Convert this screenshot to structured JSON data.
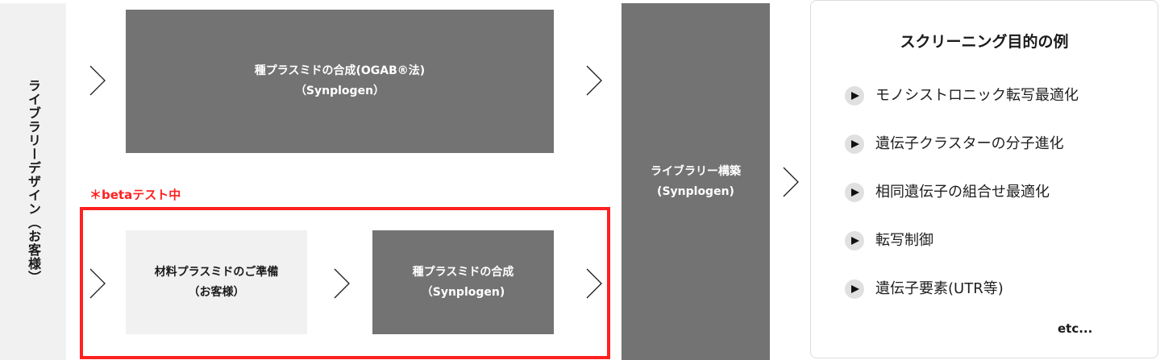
{
  "sidebar": {
    "label": "ライブラリーデザイン（お客様）"
  },
  "flow": {
    "top_path": {
      "seed_plasmid_ogab": {
        "line1": "種プラスミドの合成(OGAB®法)",
        "line2": "（Synplogen）"
      }
    },
    "beta_path": {
      "label": "＊betaテスト中",
      "material_plasmid": {
        "line1": "材料プラスミドのご準備",
        "line2": "（お客様）"
      },
      "seed_plasmid": {
        "line1": "種プラスミドの合成",
        "line2": "（Synplogen)"
      }
    },
    "library_build": {
      "line1": "ライブラリー構築",
      "line2": "(Synplogen)"
    }
  },
  "screening_card": {
    "title": "スクリーニング目的の例",
    "items": [
      {
        "text": "モノシストロニック転写最適化",
        "icon": "play-bullet-icon"
      },
      {
        "text": "遺伝子クラスターの分子進化",
        "icon": "play-bullet-icon"
      },
      {
        "text": "相同遺伝子の組合せ最適化",
        "icon": "play-bullet-icon"
      },
      {
        "text": "転写制御",
        "icon": "play-bullet-icon"
      },
      {
        "text": "遺伝子要素(UTR等)",
        "icon": "play-bullet-icon"
      }
    ],
    "more": "etc..."
  },
  "colors": {
    "dark_box": "#737373",
    "light_box": "#f1f1f1",
    "beta_red": "#ff2020",
    "card_border": "#dcdcdc"
  }
}
